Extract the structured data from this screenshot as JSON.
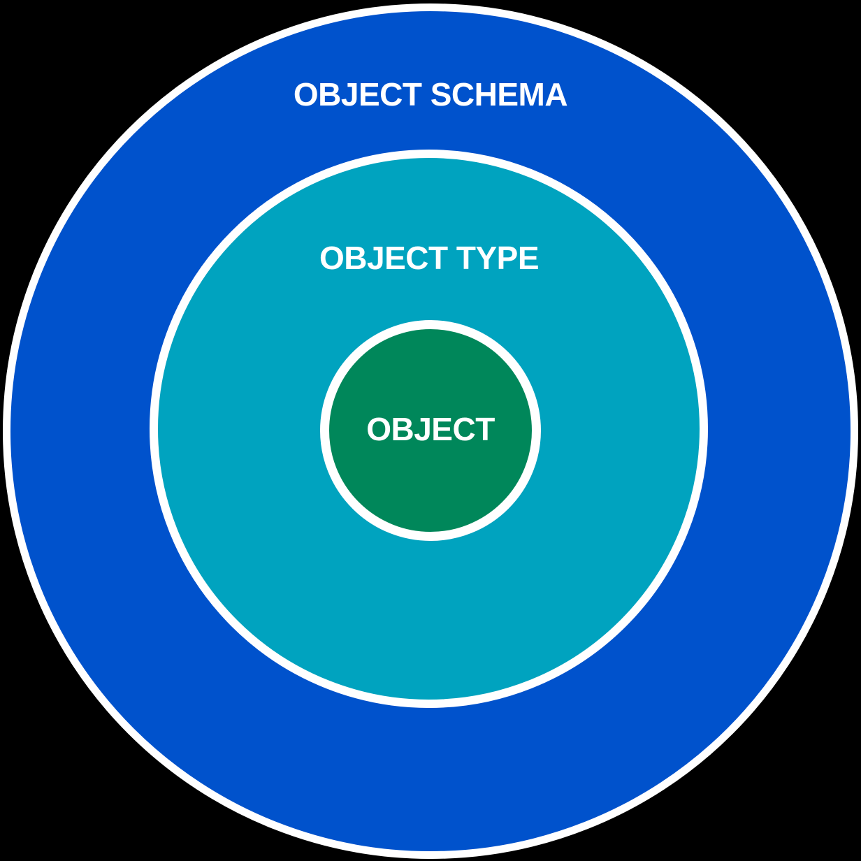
{
  "diagram": {
    "title": "Concentric containment diagram: object schema contains object types which contain objects",
    "background_color": "#000000",
    "separator_color": "#ffffff",
    "text_color": "#ffffff",
    "rings": [
      {
        "id": "object-schema",
        "label": "OBJECT SCHEMA",
        "color": "#0052cc",
        "level": "outer"
      },
      {
        "id": "object-type",
        "label": "OBJECT TYPE",
        "color": "#00a3bf",
        "level": "middle"
      },
      {
        "id": "object",
        "label": "OBJECT",
        "color": "#00875a",
        "level": "inner"
      }
    ]
  }
}
